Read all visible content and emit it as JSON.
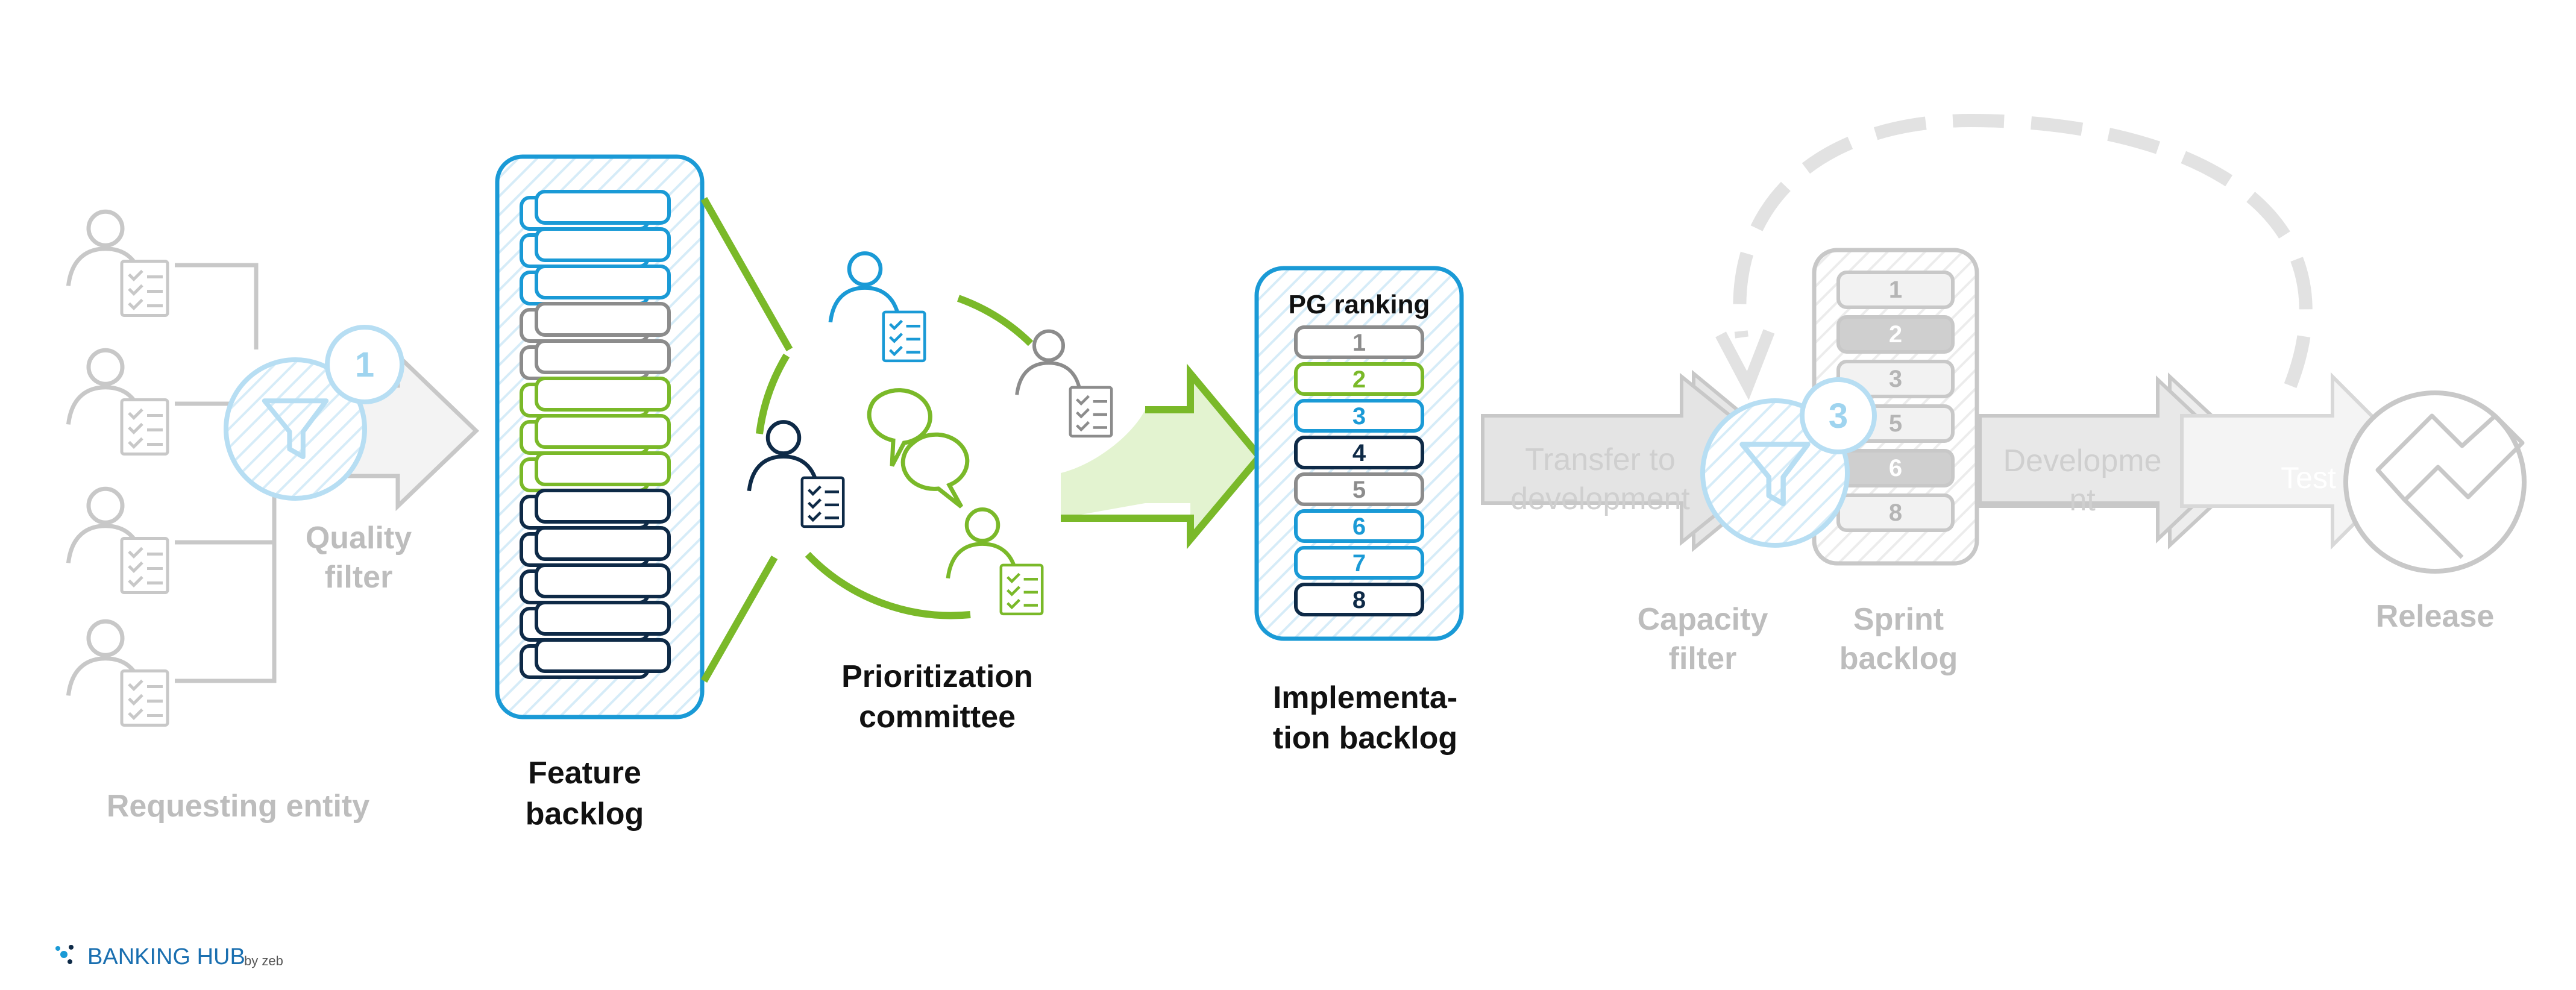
{
  "labels": {
    "requesting_entity": "Requesting entity",
    "quality_filter_1": "Quality",
    "quality_filter_2": "filter",
    "feature_backlog_1": "Feature",
    "feature_backlog_2": "backlog",
    "prioritization_1": "Prioritization",
    "prioritization_2": "committee",
    "pg_ranking": "PG ranking",
    "implementation_1": "Implementa-",
    "implementation_2": "tion backlog",
    "transfer_1": "Transfer to",
    "transfer_2": "development",
    "capacity_1": "Capacity",
    "capacity_2": "filter",
    "sprint_1": "Sprint",
    "sprint_2": "backlog",
    "development_1": "Developme",
    "development_2": "nt",
    "test": "Test",
    "release": "Release"
  },
  "badges": {
    "quality": "1",
    "capacity": "3"
  },
  "implementation_backlog": {
    "items": [
      {
        "n": "1",
        "color": "#8c8c8c"
      },
      {
        "n": "2",
        "color": "#7ab929"
      },
      {
        "n": "3",
        "color": "#1a9ad6"
      },
      {
        "n": "4",
        "color": "#0e2a47"
      },
      {
        "n": "5",
        "color": "#8c8c8c"
      },
      {
        "n": "6",
        "color": "#1a9ad6"
      },
      {
        "n": "7",
        "color": "#1a9ad6"
      },
      {
        "n": "8",
        "color": "#0e2a47"
      }
    ]
  },
  "sprint_backlog": {
    "items": [
      {
        "n": "1",
        "dark": false
      },
      {
        "n": "2",
        "dark": true
      },
      {
        "n": "3",
        "dark": false
      },
      {
        "n": "5",
        "dark": false
      },
      {
        "n": "6",
        "dark": true
      },
      {
        "n": "8",
        "dark": false
      }
    ]
  },
  "feature_backlog_colors": [
    "#1a9ad6",
    "#1a9ad6",
    "#1a9ad6",
    "#8c8c8c",
    "#8c8c8c",
    "#7ab929",
    "#7ab929",
    "#7ab929",
    "#0e2a47",
    "#0e2a47",
    "#0e2a47",
    "#0e2a47",
    "#0e2a47"
  ],
  "brand": {
    "name": "BANKING HUB",
    "by": "by zeb"
  },
  "colors": {
    "blue": "#1a9ad6",
    "green": "#7ab929",
    "navy": "#0e2a47",
    "grey": "#8c8c8c",
    "lightgrey": "#bdbdbd"
  }
}
